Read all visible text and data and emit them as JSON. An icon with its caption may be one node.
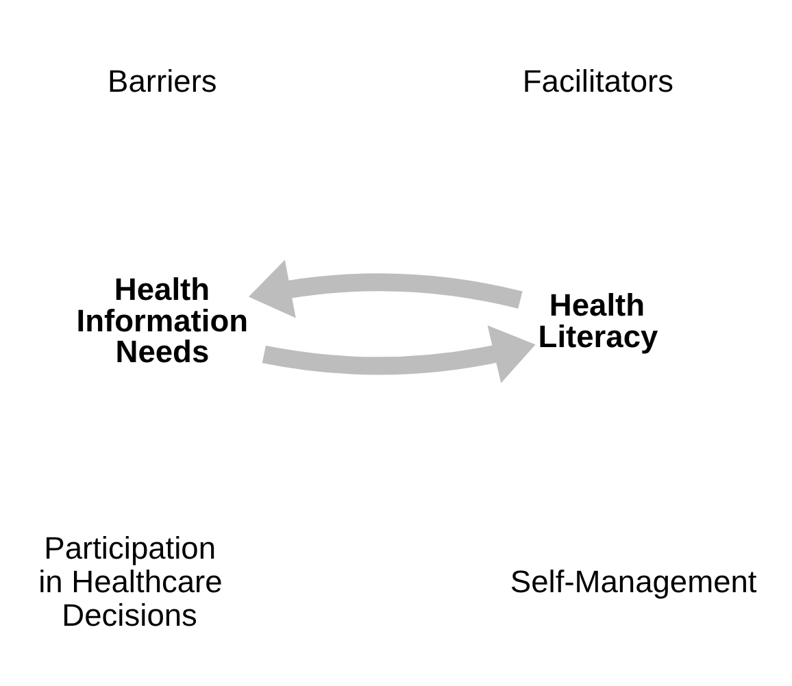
{
  "diagram": {
    "nodes": [
      {
        "text": [
          "Health Information Needs"
        ]
      },
      {
        "text": [
          "Health Literacy"
        ]
      }
    ],
    "edges": [
      {
        "from": 0,
        "to": 1,
        "arrow": "to"
      },
      {
        "from": 1,
        "to": 0,
        "arrow": "to"
      }
    ],
    "labels": [
      "Barriers",
      "Facilitators",
      "Participation in Healthcare Decisions",
      "Self-Management"
    ]
  }
}
